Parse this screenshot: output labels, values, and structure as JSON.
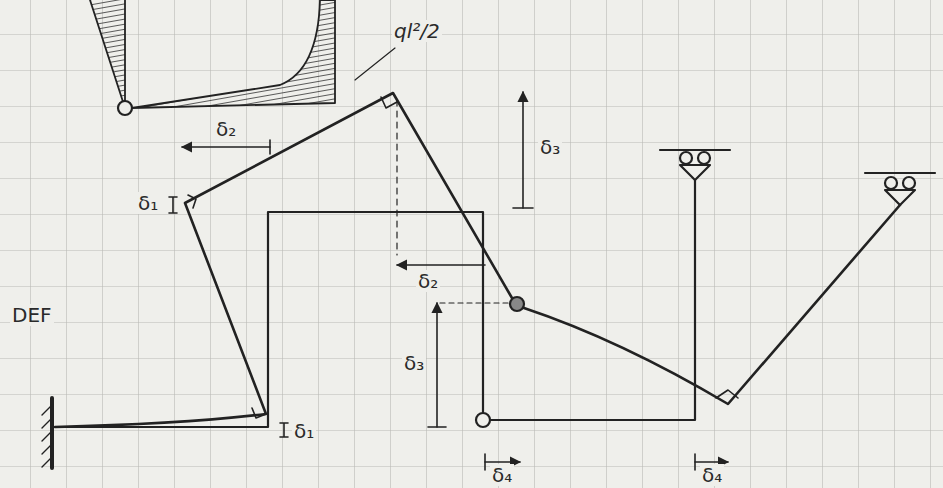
{
  "diagram": {
    "labels": [
      "ql²/2",
      "δ₂",
      "δ₃",
      "δ₁",
      "δ₂",
      "δ₃",
      "DEF",
      "δ₁",
      "δ₄",
      "δ₄"
    ]
  }
}
